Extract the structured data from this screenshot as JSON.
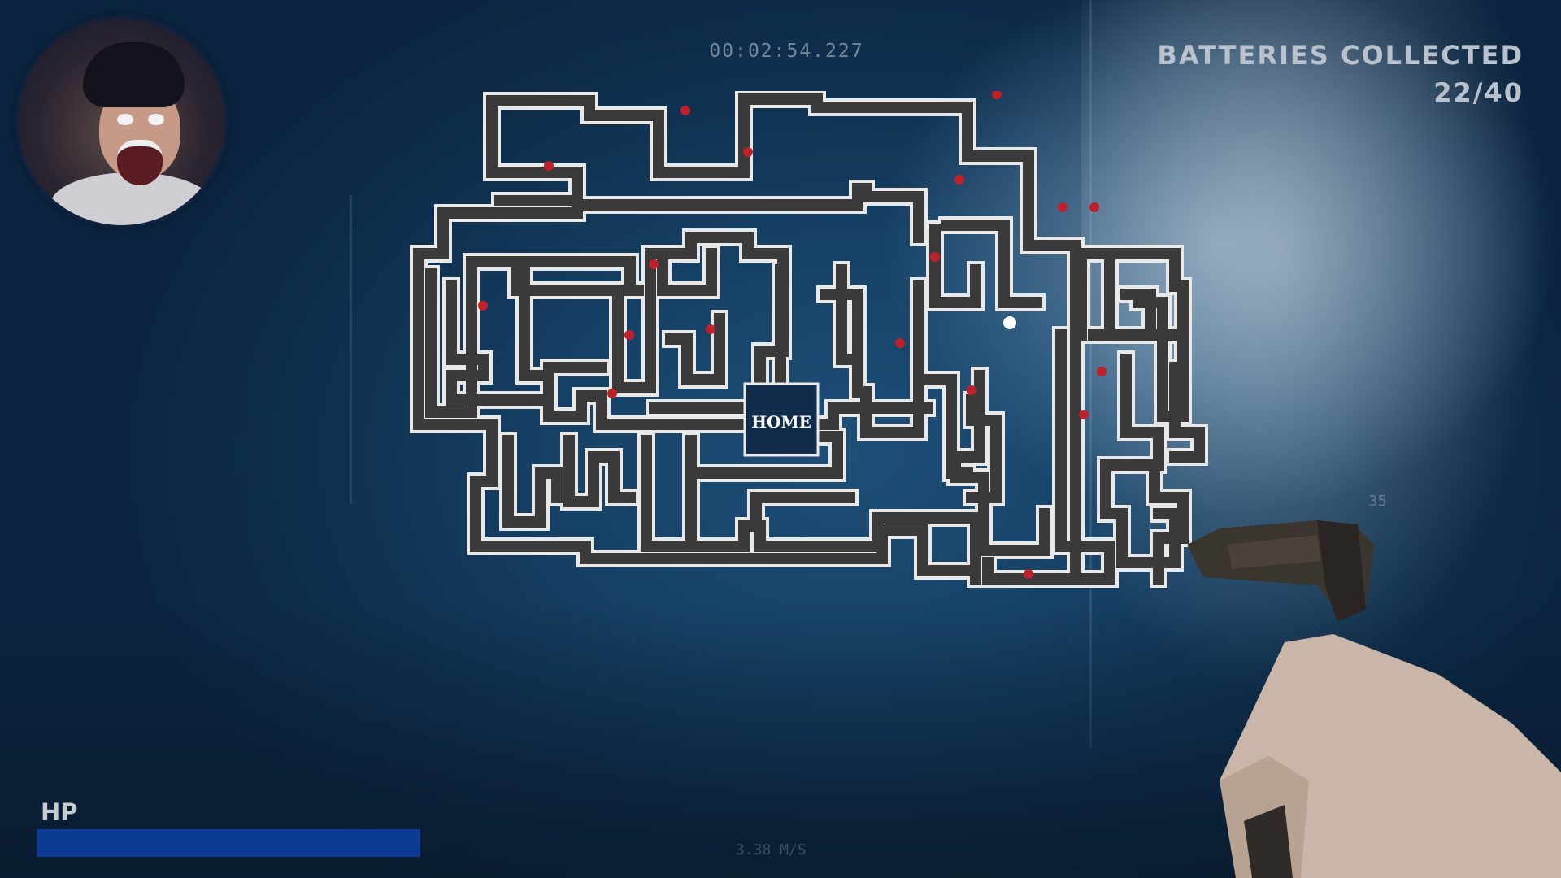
{
  "hud": {
    "timer": "00:02:54.227",
    "batteries_label": "BATTERIES COLLECTED",
    "batteries_count": "22/40",
    "batteries_collected": 22,
    "batteries_total": 40,
    "hp_label": "HP",
    "hp_fraction": 1.0,
    "speed": "3.38 M/S",
    "ammo": "35"
  },
  "map": {
    "home_label": "HOME",
    "wall_color": "#3a3a3a",
    "outline_color": "#e8e8e8",
    "battery_marker_color": "#c0202a"
  },
  "webcam": {
    "icon": "streamer-webcam-icon"
  },
  "weapon": {
    "icon": "pistol-icon"
  },
  "colors": {
    "hp_bar": "#0d3b91",
    "hud_text": "#b9c2cc"
  }
}
